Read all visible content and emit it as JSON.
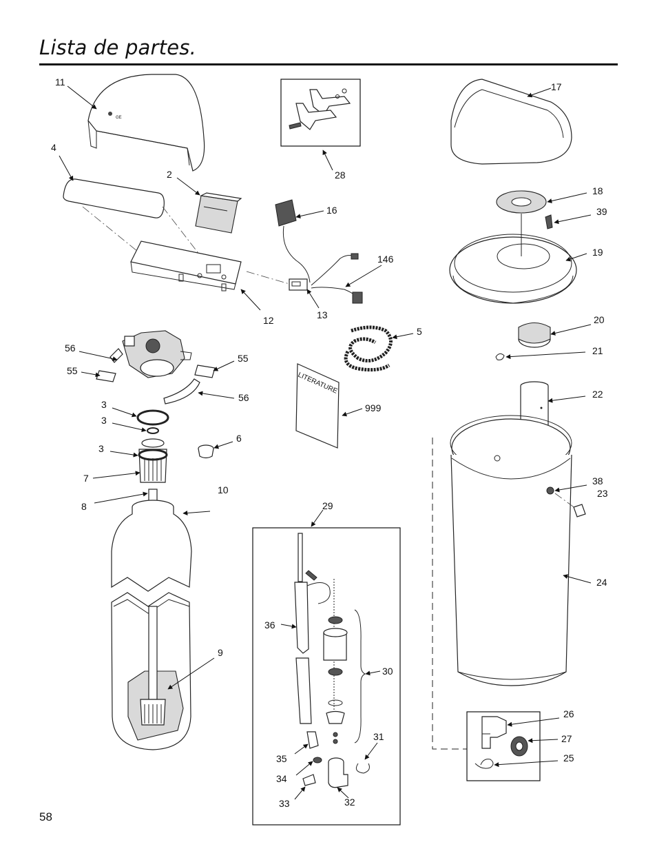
{
  "page": {
    "title": "Lista de partes.",
    "page_number": "58"
  },
  "literature_label": "LITERATURE",
  "callouts": {
    "c11": "11",
    "c4": "4",
    "c2": "2",
    "c12": "12",
    "c28": "28",
    "c16": "16",
    "c146": "146",
    "c13": "13",
    "c17": "17",
    "c18": "18",
    "c39": "39",
    "c19": "19",
    "c20": "20",
    "c21": "21",
    "c22": "22",
    "c38": "38",
    "c23": "23",
    "c24": "24",
    "c56a": "56",
    "c55a": "55",
    "c55b": "55",
    "c56b": "56",
    "c3a": "3",
    "c3b": "3",
    "c3c": "3",
    "c6": "6",
    "c7": "7",
    "c8": "8",
    "c10": "10",
    "c9": "9",
    "c5": "5",
    "c999": "999",
    "c29": "29",
    "c36": "36",
    "c30": "30",
    "c31": "31",
    "c35": "35",
    "c34": "34",
    "c33": "33",
    "c32": "32",
    "c26": "26",
    "c27": "27",
    "c25": "25"
  },
  "arrow_symbol": "arrow-icon"
}
